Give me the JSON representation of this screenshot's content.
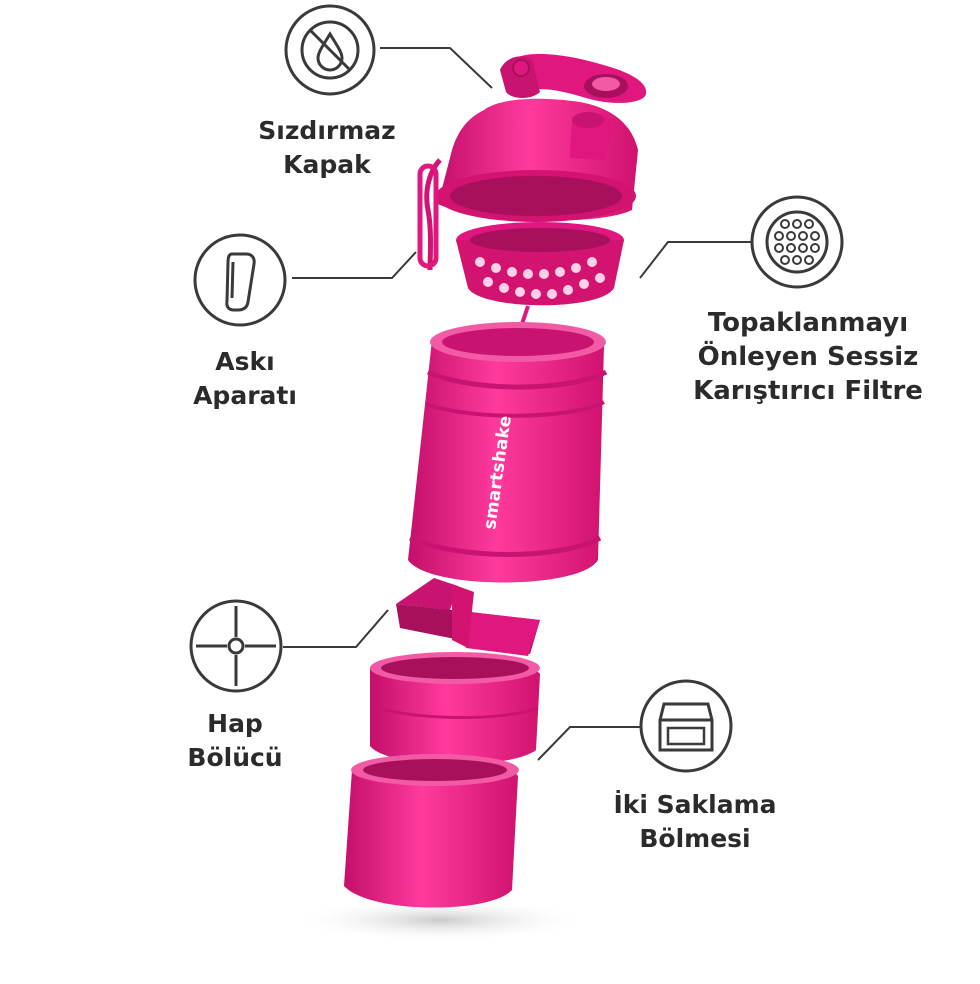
{
  "product": {
    "brand_mark": "smartshake",
    "color": "#e0177e",
    "color_dark": "#a80f5c",
    "color_light": "#f25aa6"
  },
  "features": [
    {
      "icon": "no-leak-drop-icon",
      "lines": [
        "Sızdırmaz",
        "Kapak"
      ]
    },
    {
      "icon": "carabiner-icon",
      "lines": [
        "Askı",
        "Aparatı"
      ]
    },
    {
      "icon": "mixer-ball-icon",
      "lines": [
        "Topaklanmayı",
        "Önleyen Sessiz",
        "Karıştırıcı Filtre"
      ]
    },
    {
      "icon": "pill-divider-icon",
      "lines": [
        "Hap",
        "Bölücü"
      ]
    },
    {
      "icon": "storage-compartment-icon",
      "lines": [
        "İki Saklama",
        "Bölmesi"
      ]
    }
  ],
  "line_color": "#3a3a3a"
}
